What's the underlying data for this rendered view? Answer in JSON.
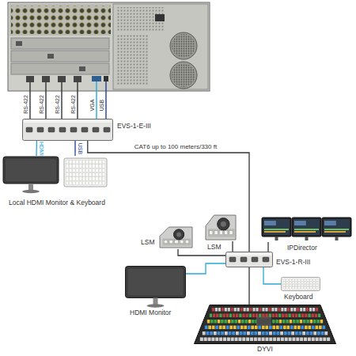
{
  "diagram": {
    "nodes": [
      {
        "text": [
          "EVS-1-E-III"
        ]
      },
      {
        "text": [
          "Local HDMI Monitor & Keyboard"
        ]
      },
      {
        "text": [
          "EVS-1-R-III"
        ]
      },
      {
        "text": [
          "LSM"
        ]
      },
      {
        "text": [
          "LSM"
        ]
      },
      {
        "text": [
          "IPDirector"
        ]
      },
      {
        "text": [
          "Keyboard"
        ]
      },
      {
        "text": [
          "HDMI Monitor"
        ]
      },
      {
        "text": [
          "DYVI"
        ]
      }
    ],
    "edges": [
      {
        "from": 0,
        "to": 1,
        "label": "HDMI",
        "arrow": "none"
      },
      {
        "from": 0,
        "to": 1,
        "label": "USB",
        "arrow": "none"
      },
      {
        "from": 0,
        "to": 2,
        "label": "CAT6 up to 100 meters/330 ft",
        "arrow": "none"
      },
      {
        "from": 2,
        "to": 3,
        "arrow": "none"
      },
      {
        "from": 2,
        "to": 4,
        "arrow": "none"
      },
      {
        "from": 2,
        "to": 5,
        "arrow": "none"
      },
      {
        "from": 2,
        "to": 6,
        "arrow": "none"
      },
      {
        "from": 2,
        "to": 7,
        "arrow": "none"
      },
      {
        "from": 2,
        "to": 8,
        "arrow": "none"
      }
    ],
    "labels": [
      "RS-422",
      "RS-422",
      "RS-422",
      "RS-422",
      "VGA",
      "USB"
    ]
  }
}
